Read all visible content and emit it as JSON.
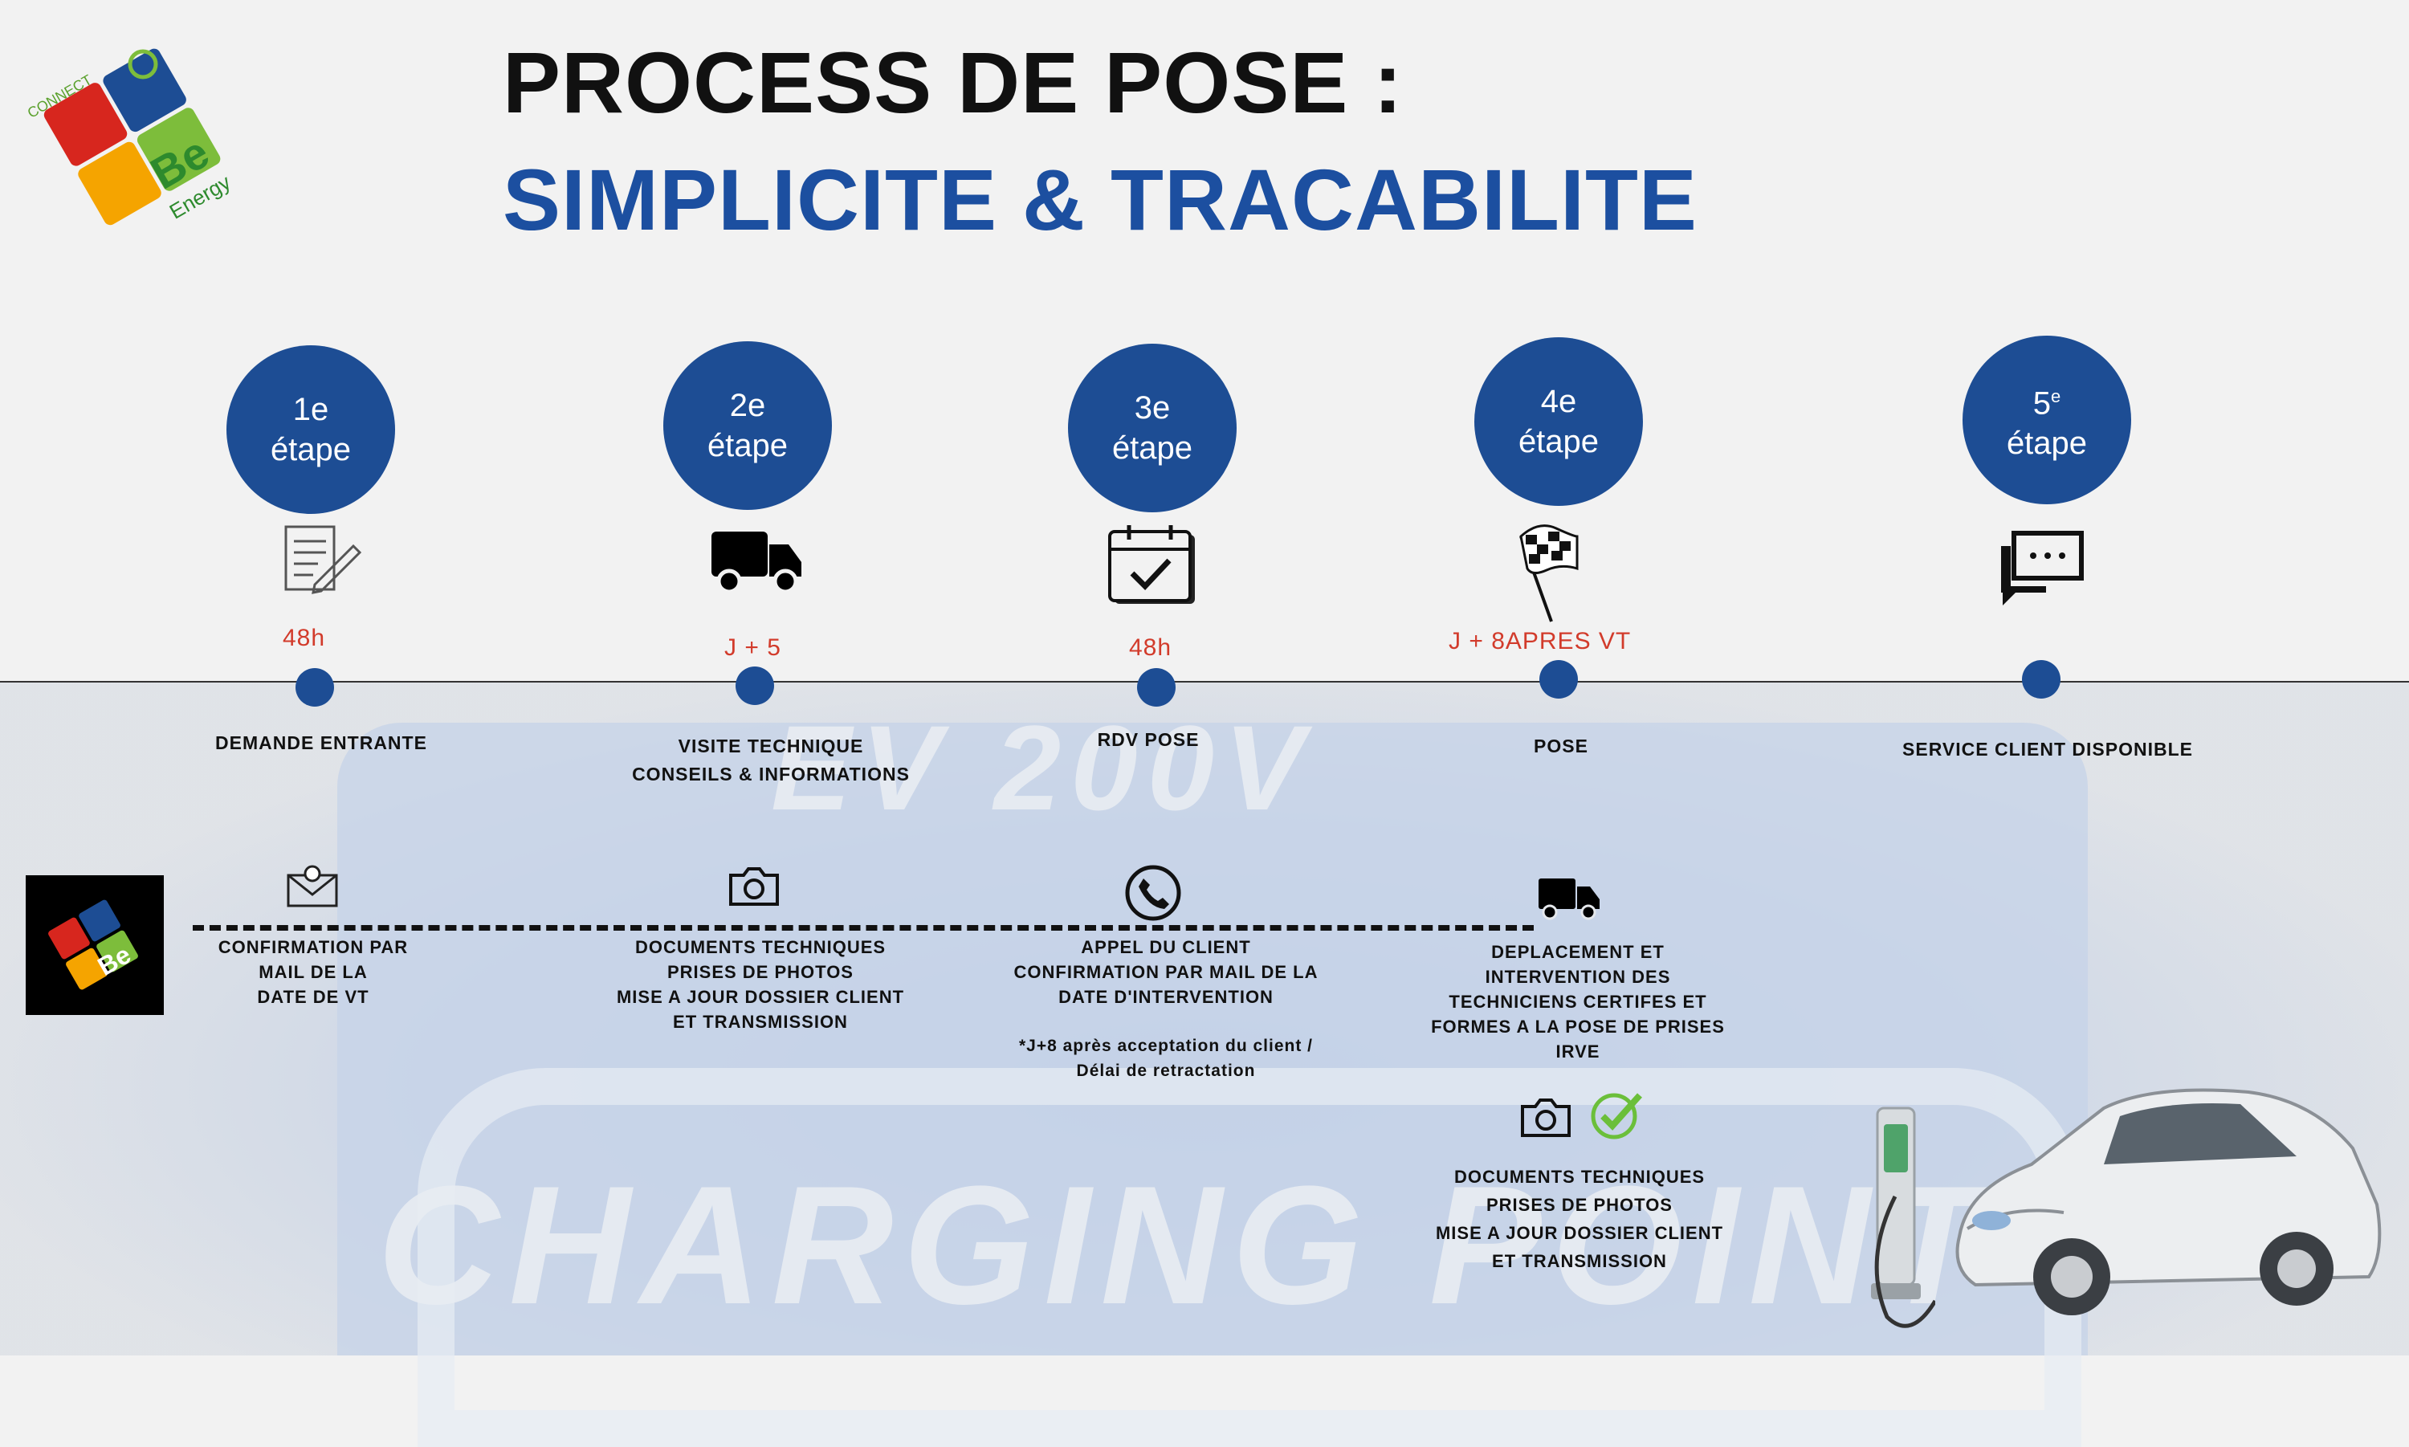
{
  "header": {
    "title_line1": "PROCESS DE POSE :",
    "title_line2": "SIMPLICITE & TRACABILITE"
  },
  "logo": {
    "connect": "CONNECT",
    "be": "Be",
    "energy": "Energy"
  },
  "background_text": {
    "top": "EV 200V",
    "bottom": "CHARGING POINT"
  },
  "steps": [
    {
      "number": "1e",
      "word": "étape",
      "delay": "48h",
      "label_lines": [
        "DEMANDE ENTRANTE"
      ]
    },
    {
      "number": "2e",
      "word": "étape",
      "delay": "J + 5",
      "label_lines": [
        "VISITE TECHNIQUE",
        "CONSEILS & INFORMATIONS"
      ]
    },
    {
      "number": "3e",
      "word": "étape",
      "delay": "48h",
      "label_lines": [
        "RDV POSE"
      ]
    },
    {
      "number": "4e",
      "word": "étape",
      "delay": "J + 8APRES VT",
      "label_lines": [
        "POSE"
      ]
    },
    {
      "number": "5",
      "sup": "e",
      "word": "étape",
      "delay": "",
      "label_lines": [
        "SERVICE CLIENT DISPONIBLE"
      ]
    }
  ],
  "details": [
    {
      "lines": [
        "CONFIRMATION PAR",
        "MAIL DE LA",
        "DATE DE VT"
      ]
    },
    {
      "lines": [
        "DOCUMENTS TECHNIQUES",
        "PRISES DE PHOTOS",
        "MISE A JOUR DOSSIER CLIENT",
        "ET TRANSMISSION"
      ]
    },
    {
      "lines": [
        "APPEL DU CLIENT",
        "CONFIRMATION PAR MAIL DE LA",
        "DATE D'INTERVENTION"
      ],
      "note_lines": [
        "*J+8 après acceptation du client /",
        "Délai de retractation"
      ]
    },
    {
      "lines": [
        "DEPLACEMENT ET",
        "INTERVENTION DES",
        "TECHNICIENS CERTIFES ET",
        "FORMES A LA POSE DE PRISES",
        "IRVE"
      ]
    },
    {
      "lines": [
        "DOCUMENTS TECHNIQUES",
        "PRISES DE PHOTOS",
        "MISE A JOUR DOSSIER CLIENT",
        "ET TRANSMISSION"
      ]
    }
  ],
  "icons": {
    "step1": "document-edit-icon",
    "step2": "truck-icon",
    "step3": "calendar-check-icon",
    "step4": "checkered-flag-icon",
    "step5": "chat-bubble-icon",
    "detail1": "mail-icon",
    "detail2": "camera-icon",
    "detail3": "phone-icon",
    "detail4": "truck-icon",
    "detail5a": "camera-icon",
    "detail5b": "check-circle-icon"
  },
  "colors": {
    "primary": "#1d4d94",
    "accent_red": "#d23b2b",
    "check_green": "#6bbf3a"
  }
}
